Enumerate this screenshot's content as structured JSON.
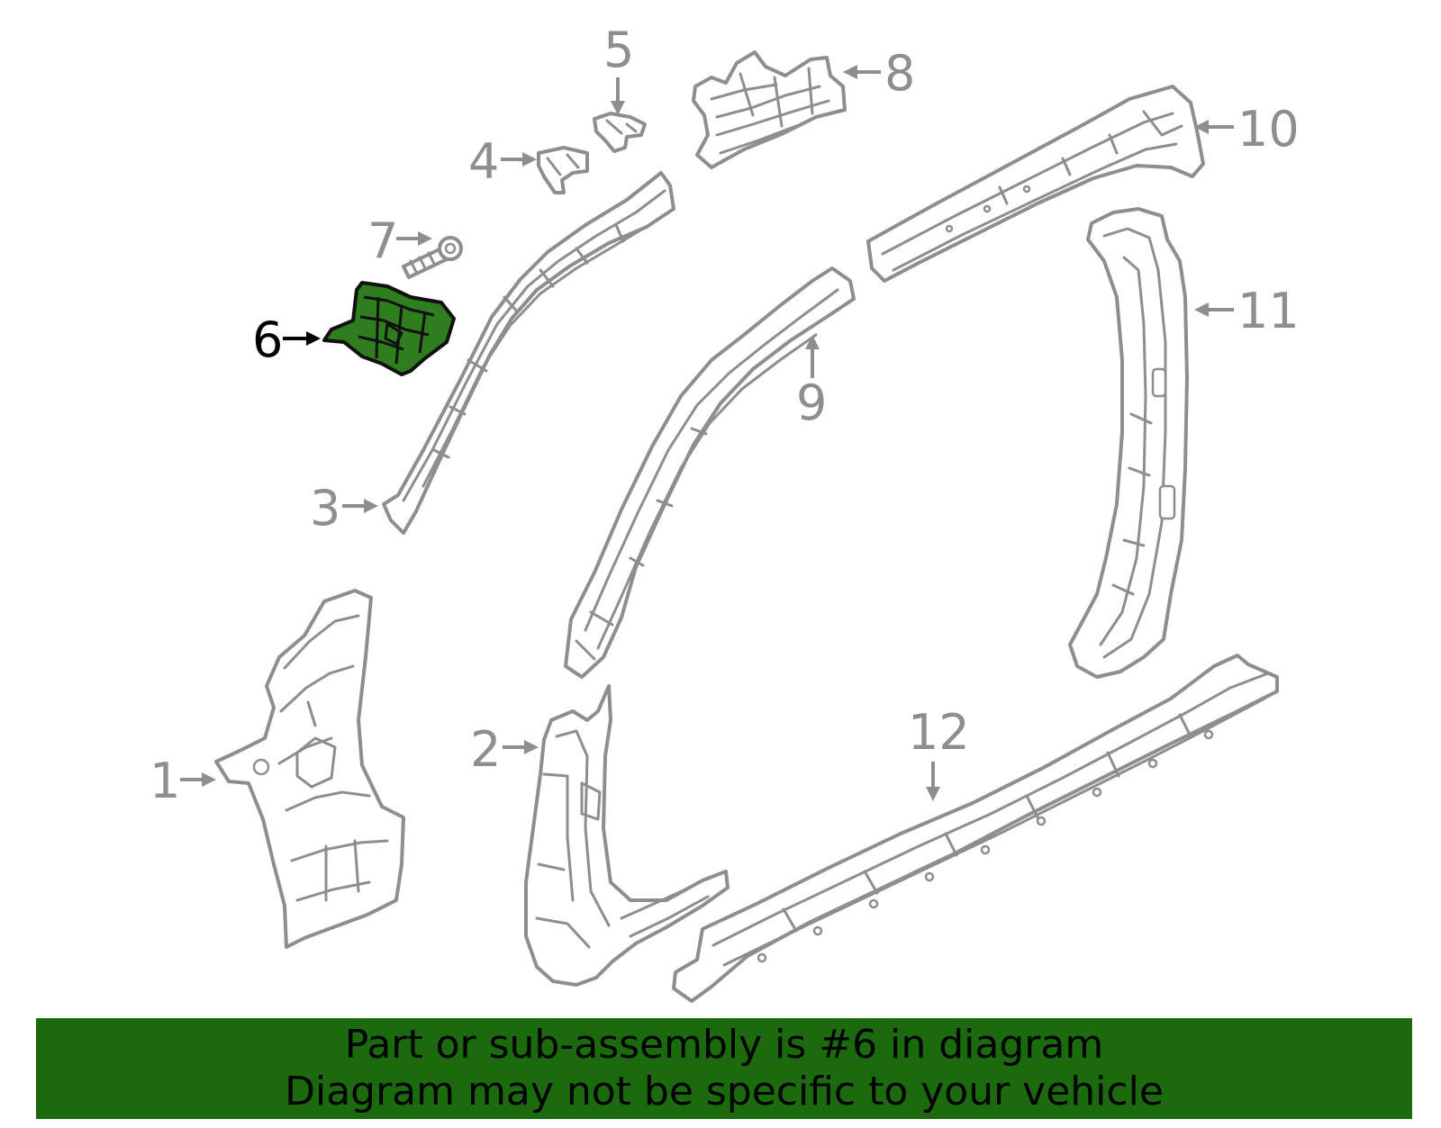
{
  "diagram": {
    "callouts": [
      "1",
      "2",
      "3",
      "4",
      "5",
      "6",
      "7",
      "8",
      "9",
      "10",
      "11",
      "12"
    ],
    "highlighted_part": "6",
    "colors": {
      "line": "#8e8e8e",
      "highlight_fill": "#2e7d1e",
      "banner_background": "#1b6a0e"
    }
  },
  "banner": {
    "line1": "Part or sub-assembly is #6 in diagram",
    "line2": "Diagram may not be specific to your vehicle"
  }
}
